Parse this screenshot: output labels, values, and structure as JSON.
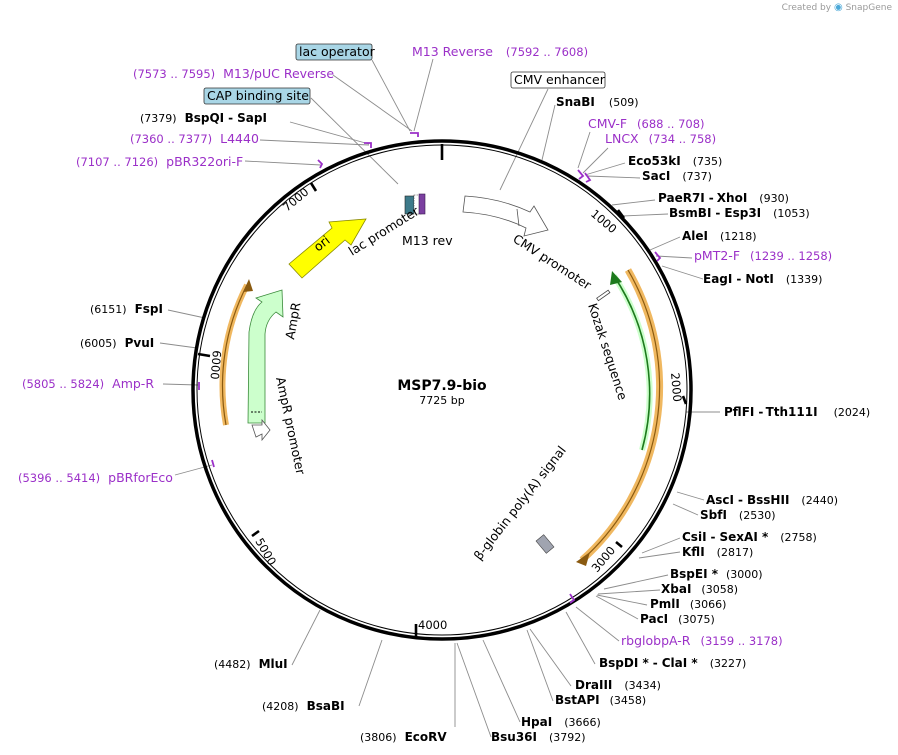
{
  "credit": {
    "prefix": "Created by",
    "brand": "SnapGene"
  },
  "plasmid": {
    "name": "MSP7.9-bio",
    "length_label": "7725 bp",
    "length": 7725
  },
  "ticks": [
    "1000",
    "2000",
    "3000",
    "4000",
    "5000",
    "6000",
    "7000"
  ],
  "colors": {
    "primer": "#9b30c8",
    "site": "#000000",
    "backbone": "#000000",
    "leader": "#8c8c8c"
  },
  "features": [
    {
      "label": "ori",
      "color": "#ffff00",
      "kind": "arrow"
    },
    {
      "label": "AmpR",
      "color": "#ccffcc",
      "kind": "arrow"
    },
    {
      "label": "AmpR promoter",
      "color": "#ffffff",
      "kind": "arrow"
    },
    {
      "label": "lac promoter",
      "color": "#ffffff",
      "kind": "arrow"
    },
    {
      "label": "M13 rev",
      "color": "#7b3fa0",
      "kind": "box"
    },
    {
      "label": "CMV promoter",
      "color": "#ffffff",
      "kind": "arrow"
    },
    {
      "label": "Kozak sequence",
      "color": "#ffffff",
      "kind": "box"
    },
    {
      "label": "β-globin poly(A) signal",
      "color": "#a0a4b0",
      "kind": "box"
    }
  ],
  "boxed_labels": [
    "lac operator",
    "CAP binding site",
    "CMV enhancer"
  ],
  "sites": [
    {
      "name": "SnaBI",
      "pos": "(509)"
    },
    {
      "name": "Eco53kI",
      "pos": "(735)"
    },
    {
      "name": "SacI",
      "pos": "(737)"
    },
    {
      "name": "PaeR7I",
      "name2": "XhoI",
      "pos": "(930)"
    },
    {
      "name": "BsmBI",
      "name2": "Esp3I",
      "pos": "(1053)"
    },
    {
      "name": "AleI",
      "pos": "(1218)"
    },
    {
      "name": "EagI",
      "name2": "NotI",
      "pos": "(1339)"
    },
    {
      "name": "PflFI",
      "name2": "Tth111I",
      "pos": "(2024)"
    },
    {
      "name": "AscI",
      "name2": "BssHII",
      "pos": "(2440)"
    },
    {
      "name": "SbfI",
      "pos": "(2530)"
    },
    {
      "name": "CsiI",
      "name2": "SexAI *",
      "pos": "(2758)"
    },
    {
      "name": "KflI",
      "pos": "(2817)"
    },
    {
      "name": "BspEI *",
      "pos": "(3000)"
    },
    {
      "name": "XbaI",
      "pos": "(3058)"
    },
    {
      "name": "PmlI",
      "pos": "(3066)"
    },
    {
      "name": "PacI",
      "pos": "(3075)"
    },
    {
      "name": "BspDI *",
      "name2": "ClaI *",
      "pos": "(3227)"
    },
    {
      "name": "DraIII",
      "pos": "(3434)"
    },
    {
      "name": "BstAPI",
      "pos": "(3458)"
    },
    {
      "name": "HpaI",
      "pos": "(3666)"
    },
    {
      "name": "Bsu36I",
      "pos": "(3792)"
    },
    {
      "name": "EcoRV",
      "pos": "(3806)"
    },
    {
      "name": "BsaBI",
      "pos": "(4208)"
    },
    {
      "name": "MluI",
      "pos": "(4482)"
    },
    {
      "name": "PvuI",
      "pos": "(6005)"
    },
    {
      "name": "FspI",
      "pos": "(6151)"
    },
    {
      "name": "BspQI",
      "name2": "SapI",
      "pos": "(7379)"
    }
  ],
  "primers": [
    {
      "name": "M13 Reverse",
      "range": "(7592 .. 7608)"
    },
    {
      "name": "M13/pUC Reverse",
      "range": "(7573 .. 7595)"
    },
    {
      "name": "L4440",
      "range": "(7360 .. 7377)"
    },
    {
      "name": "pBR322ori-F",
      "range": "(7107 .. 7126)"
    },
    {
      "name": "CMV-F",
      "range": "(688 .. 708)"
    },
    {
      "name": "LNCX",
      "range": "(734 .. 758)"
    },
    {
      "name": "pMT2-F",
      "range": "(1239 .. 1258)"
    },
    {
      "name": "rbglobpA-R",
      "range": "(3159 .. 3178)"
    },
    {
      "name": "Amp-R",
      "range": "(5805 .. 5824)"
    },
    {
      "name": "pBRforEco",
      "range": "(5396 .. 5414)"
    }
  ]
}
